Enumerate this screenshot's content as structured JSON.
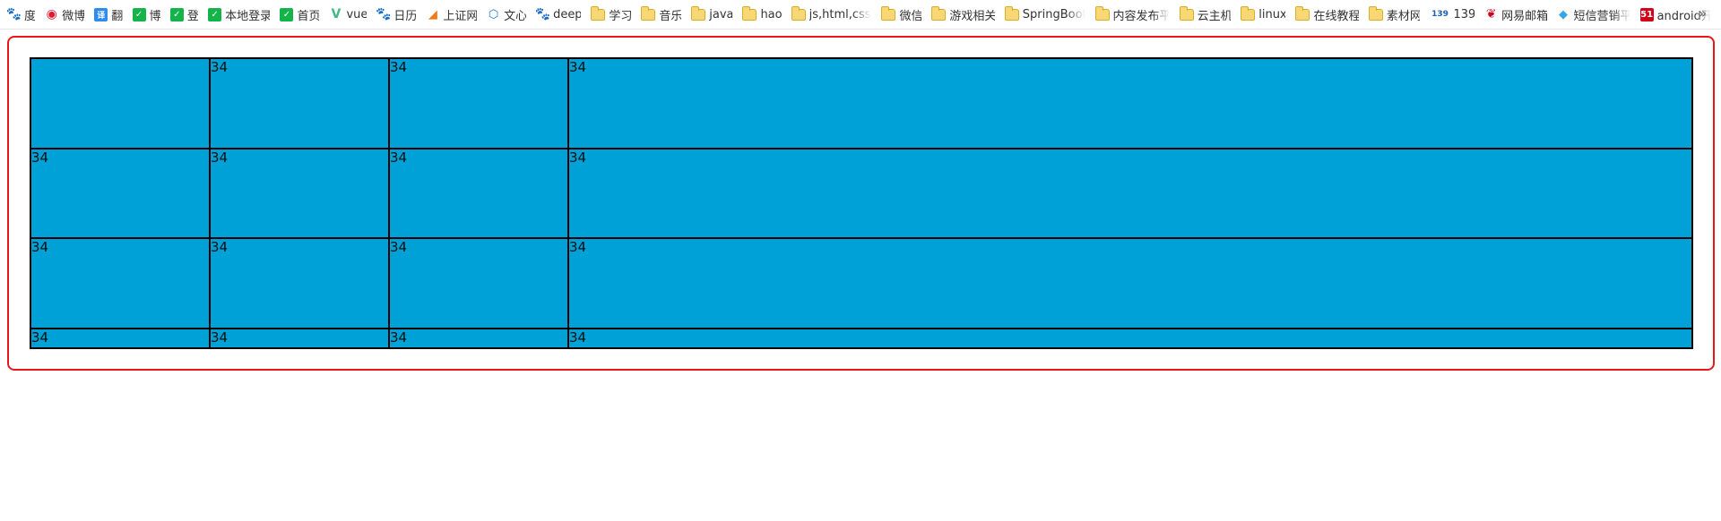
{
  "bookmarks": {
    "items": [
      {
        "label": "度",
        "icon": "paw-icon",
        "glyph": "🐾"
      },
      {
        "label": "微博",
        "icon": "weibo-icon",
        "glyph": "◉"
      },
      {
        "label": "翻",
        "icon": "translate-icon",
        "glyph": "译"
      },
      {
        "label": "博",
        "icon": "green-check-icon",
        "glyph": "✓"
      },
      {
        "label": "登",
        "icon": "green-check-icon",
        "glyph": "✓"
      },
      {
        "label": "本地登录",
        "icon": "green-check-icon",
        "glyph": "✓"
      },
      {
        "label": "首页",
        "icon": "green-check-icon",
        "glyph": "✓"
      },
      {
        "label": "vue",
        "icon": "vue-icon",
        "glyph": "V"
      },
      {
        "label": "日历",
        "icon": "paw-icon",
        "glyph": "🐾"
      },
      {
        "label": "上证网",
        "icon": "flame-icon",
        "glyph": "◢"
      },
      {
        "label": "文心",
        "icon": "cube-icon",
        "glyph": "⬡"
      },
      {
        "label": "deep",
        "icon": "paw-icon",
        "glyph": "🐾"
      },
      {
        "label": "学习",
        "icon": "folder-icon",
        "glyph": ""
      },
      {
        "label": "音乐",
        "icon": "folder-icon",
        "glyph": ""
      },
      {
        "label": "java",
        "icon": "folder-icon",
        "glyph": ""
      },
      {
        "label": "hao",
        "icon": "folder-icon",
        "glyph": ""
      },
      {
        "label": "js,html,css...",
        "icon": "folder-icon",
        "glyph": "",
        "fade": true
      },
      {
        "label": "微信",
        "icon": "folder-icon",
        "glyph": ""
      },
      {
        "label": "游戏相关",
        "icon": "folder-icon",
        "glyph": ""
      },
      {
        "label": "SpringBoot",
        "icon": "folder-icon",
        "glyph": "",
        "fade": true
      },
      {
        "label": "内容发布平",
        "icon": "folder-icon",
        "glyph": "",
        "fade": true
      },
      {
        "label": "云主机",
        "icon": "folder-icon",
        "glyph": ""
      },
      {
        "label": "linux",
        "icon": "folder-icon",
        "glyph": ""
      },
      {
        "label": "在线教程",
        "icon": "folder-icon",
        "glyph": ""
      },
      {
        "label": "素材网",
        "icon": "folder-icon",
        "glyph": ""
      },
      {
        "label": "139",
        "icon": "mail-139-icon",
        "glyph": "139"
      },
      {
        "label": "网易邮箱",
        "icon": "netease-mail-icon",
        "glyph": "❦"
      },
      {
        "label": "短信营销平",
        "icon": "sms-icon",
        "glyph": "◆",
        "fade": true
      },
      {
        "label": "android开",
        "icon": "site-51-icon",
        "glyph": "51",
        "fade": true
      }
    ],
    "more_glyph": "»"
  },
  "table": {
    "rows": [
      [
        "",
        "34",
        "34",
        "34"
      ],
      [
        "34",
        "34",
        "34",
        "34"
      ],
      [
        "34",
        "34",
        "34",
        "34"
      ],
      [
        "34",
        "34",
        "34",
        "34"
      ]
    ]
  },
  "colors": {
    "frame_border": "#e8171c",
    "cell_background": "#00a1d6",
    "cell_border": "#000000"
  }
}
